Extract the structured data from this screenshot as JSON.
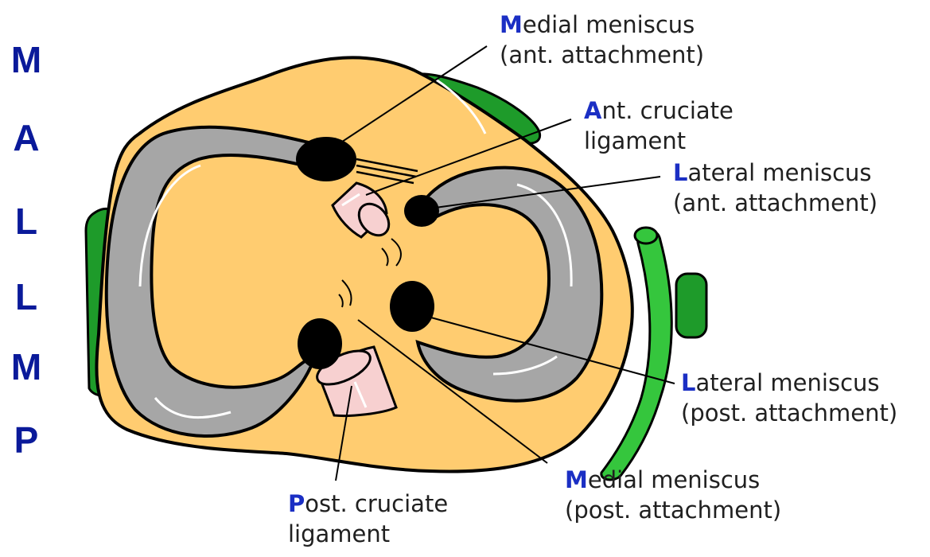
{
  "mnemonic": [
    "M",
    "A",
    "L",
    "L",
    "M",
    "P"
  ],
  "labels": {
    "medial_ant": {
      "initial": "M",
      "line1_rest": "edial meniscus",
      "line2": "(ant. attachment)"
    },
    "ant_cruciate": {
      "initial": "A",
      "line1_rest": "nt. cruciate",
      "line2": "ligament"
    },
    "lateral_ant": {
      "initial": "L",
      "line1_rest": "ateral meniscus",
      "line2": "(ant. attachment)"
    },
    "lateral_post": {
      "initial": "L",
      "line1_rest": "ateral meniscus",
      "line2": "(post. attachment)"
    },
    "medial_post": {
      "initial": "M",
      "line1_rest": "edial meniscus",
      "line2": "(post. attachment)"
    },
    "post_cruciate": {
      "initial": "P",
      "line1_rest": "ost. cruciate",
      "line2": "ligament"
    }
  },
  "colors": {
    "tibial_plateau": "#ffcc70",
    "meniscus": "#a6a6a6",
    "ligament_green": "#1e9b2a",
    "fibular_ligament": "#35c63d",
    "cruciate_pink": "#f7d0d0",
    "attachment": "#000000",
    "mnemonic_text": "#0a1a9a"
  }
}
